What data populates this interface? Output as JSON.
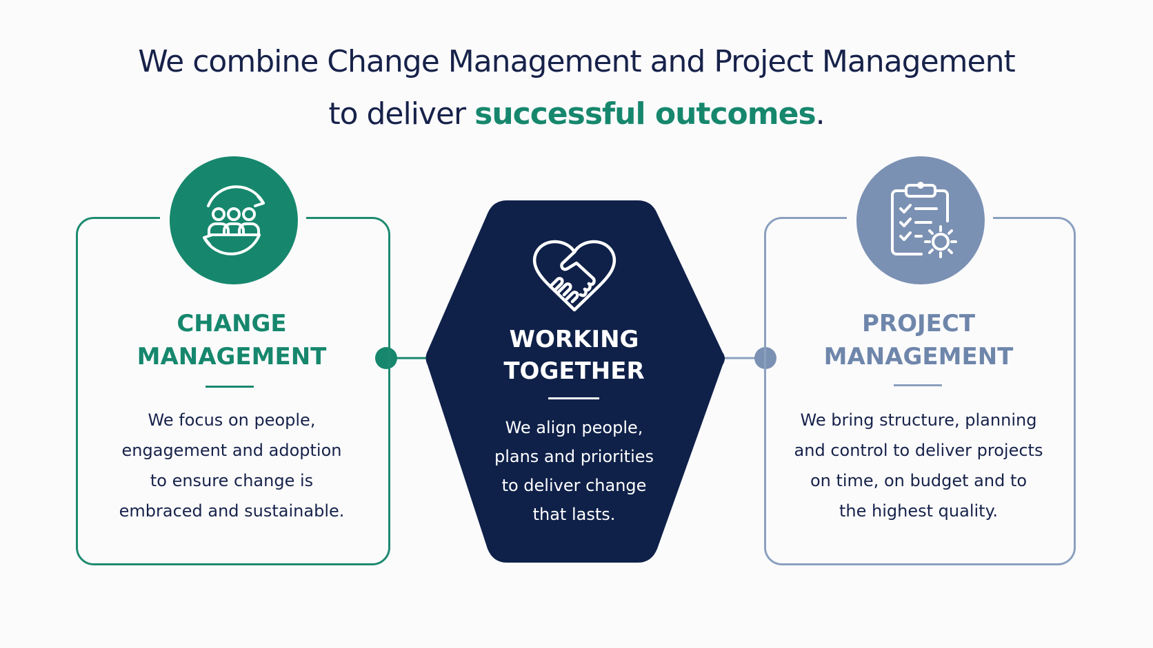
{
  "headline": {
    "line1": "We combine Change Management and Project Management",
    "line2_prefix": "to deliver ",
    "line2_accent": "successful outcomes",
    "line2_suffix": "."
  },
  "colors": {
    "accent_green": "#16876d",
    "navy": "#0f2149",
    "slate_blue": "#7b91b3",
    "text_dark": "#17224a"
  },
  "change_card": {
    "icon": "people-cycle-icon",
    "title_line1": "CHANGE",
    "title_line2": "MANAGEMENT",
    "body": [
      "We focus on people,",
      "engagement and adoption",
      "to ensure change is",
      "embraced and sustainable."
    ]
  },
  "center_card": {
    "icon": "heart-handshake-icon",
    "title_line1": "WORKING",
    "title_line2": "TOGETHER",
    "body": [
      "We align people,",
      "plans and priorities",
      "to deliver change",
      "that lasts."
    ]
  },
  "project_card": {
    "icon": "clipboard-gear-icon",
    "title_line1": "PROJECT",
    "title_line2": "MANAGEMENT",
    "body": [
      "We bring structure, planning",
      "and control to deliver projects",
      "on time, on budget and to",
      "the highest quality."
    ]
  }
}
